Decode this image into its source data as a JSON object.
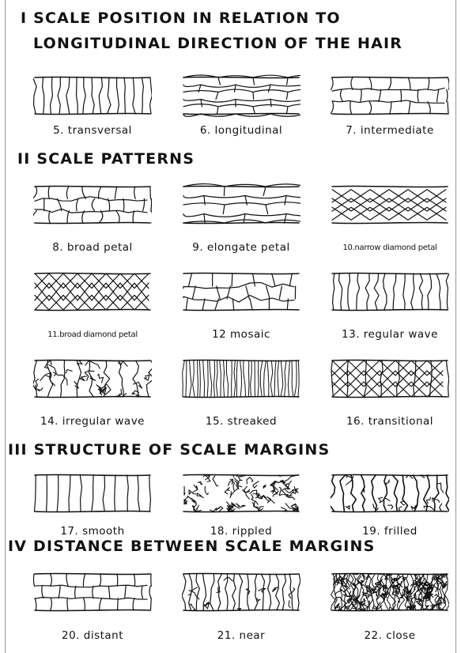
{
  "sections": [
    {
      "line1": "I SCALE POSITION IN RELATION TO",
      "line2": "LONGITUDINAL DIRECTION OF THE HAIR"
    },
    {
      "line1": "II SCALE PATTERNS"
    },
    {
      "line1": "III STRUCTURE OF SCALE MARGINS"
    },
    {
      "line1": "IV DISTANCE BETWEEN SCALE MARGINS"
    }
  ],
  "patterns": [
    {
      "label": "5. transversal"
    },
    {
      "label": "6. longitudinal"
    },
    {
      "label": "7. intermediate"
    },
    {
      "label": "8. broad petal"
    },
    {
      "label": "9. elongate petal"
    },
    {
      "label": "10.narrow diamond petal"
    },
    {
      "label": "11.broad diamond petal"
    },
    {
      "label": "12 mosaic"
    },
    {
      "label": "13. regular wave"
    },
    {
      "label": "14. irregular wave"
    },
    {
      "label": "15. streaked"
    },
    {
      "label": "16. transitional"
    },
    {
      "label": "17. smooth"
    },
    {
      "label": "18. rippled"
    },
    {
      "label": "19. frilled"
    },
    {
      "label": "20. distant"
    },
    {
      "label": "21. near"
    },
    {
      "label": "22. close"
    }
  ]
}
